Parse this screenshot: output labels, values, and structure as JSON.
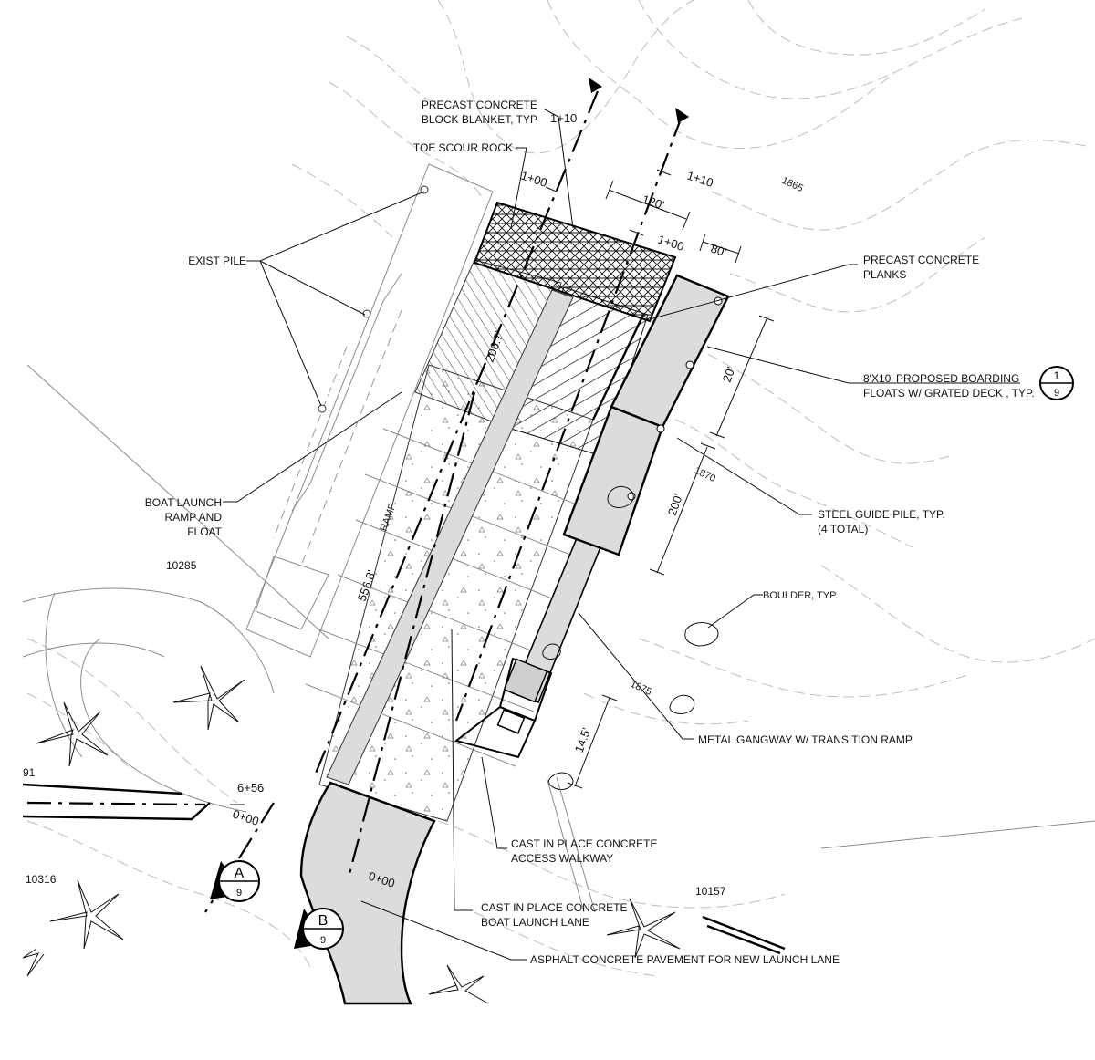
{
  "labels": {
    "precast_block": [
      "PRECAST CONCRETE",
      "BLOCK BLANKET, TYP"
    ],
    "toe_scour": "TOE SCOUR ROCK",
    "exist_pile": "EXIST PILE",
    "boat_launch": [
      "BOAT LAUNCH",
      "RAMP AND",
      "FLOAT"
    ],
    "precast_planks": [
      "PRECAST CONCRETE",
      "PLANKS"
    ],
    "boarding_floats": [
      "8'X10' PROPOSED BOARDING",
      "FLOATS W/ GRATED DECK , TYP."
    ],
    "steel_pile": [
      "STEEL GUIDE PILE, TYP.",
      "(4 TOTAL)"
    ],
    "boulder": "BOULDER, TYP.",
    "gangway": "METAL GANGWAY W/ TRANSITION RAMP",
    "walkway": [
      "CAST IN PLACE CONCRETE",
      "ACCESS WALKWAY"
    ],
    "launch_lane": [
      "CAST IN PLACE CONCRETE",
      "BOAT LAUNCH LANE"
    ],
    "asphalt": "ASPHALT CONCRETE PAVEMENT FOR NEW LAUNCH LANE",
    "ramp": "RAMP"
  },
  "stations": {
    "s_1p10_left": "1+10",
    "s_1p00_left": "1+00",
    "s_1p10_right": "1+10",
    "s_1p00_right": "1+00",
    "s_0p00_b": "0+00",
    "s_0p00_a": "0+00",
    "s_6p56": "6+56"
  },
  "dimensions": {
    "d_120": "120'",
    "d_80": "80'",
    "d_20": "20'",
    "d_200": "200'",
    "d_206": "206.7'",
    "d_556": "556.8'",
    "d_145": "14.5'"
  },
  "elevations": {
    "e_1865": "1865",
    "e_1870": "1870",
    "e_1875": "1875"
  },
  "parcels": {
    "p_10285": "10285",
    "p_10316": "10316",
    "p_10157": "10157",
    "p_91": "91"
  },
  "section_markers": {
    "sec_a": {
      "letter": "A",
      "sheet": "9"
    },
    "sec_b": {
      "letter": "B",
      "sheet": "9"
    },
    "detail_1": {
      "number": "1",
      "sheet": "9"
    }
  }
}
